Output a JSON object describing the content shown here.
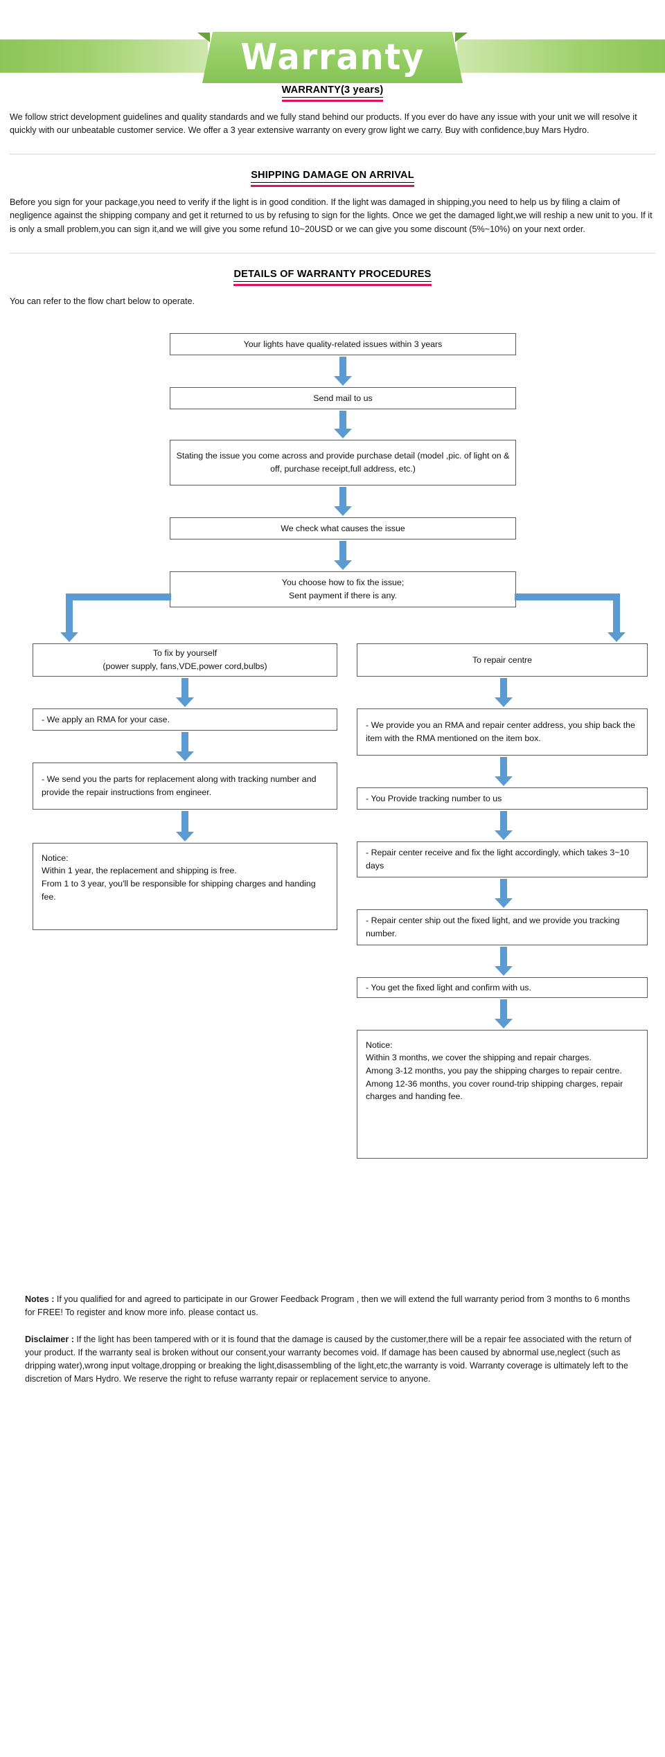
{
  "banner": {
    "title": "Warranty"
  },
  "sections": [
    {
      "heading": "WARRANTY(3 years)",
      "paragraph": "We follow strict development guidelines and quality standards and we fully stand behind our products. If you ever do have any issue with your unit we will resolve it quickly with our unbeatable customer service. We offer a 3 year extensive warranty on every grow light we carry. Buy with confidence,buy Mars Hydro."
    },
    {
      "heading": "SHIPPING DAMAGE ON ARRIVAL",
      "paragraph": "Before you sign for your package,you need to verify if the light is in good condition. If the light was damaged in shipping,you need to help us by filing a claim of negligence against the shipping company and get it returned to us by refusing to sign for the lights. Once we get the damaged light,we will reship a new unit to you. If it is only a small problem,you can sign it,and we will give you some refund 10~20USD or we can give you some discount (5%~10%) on your next order."
    },
    {
      "heading": "DETAILS OF WARRANTY PROCEDURES",
      "paragraph": "You can refer to the flow chart below to operate."
    }
  ],
  "flow": {
    "main": [
      "Your lights have quality-related issues within 3 years",
      "Send mail to us",
      "Stating the issue you come across and provide purchase detail (model ,pic. of light on & off, purchase receipt,full address, etc.)",
      "We check what causes the issue",
      "You choose how to fix the issue;\nSent payment if there is any."
    ],
    "left_branch": [
      "To fix by yourself\n(power supply, fans,VDE,power cord,bulbs)",
      "- We apply an RMA for your case.",
      "- We send you the parts for replacement along with tracking number and provide the repair instructions from engineer.",
      "Notice:\nWithin 1 year, the replacement and shipping is free.\nFrom 1 to 3 year, you'll be responsible for shipping charges and handing fee."
    ],
    "right_branch": [
      "To repair centre",
      "- We provide you an RMA and repair center address, you ship back the item with the RMA mentioned on the item box.",
      "- You Provide tracking number to us",
      "- Repair center receive and fix the light accordingly, which takes 3~10 days",
      "- Repair center ship out the fixed light, and we provide you tracking number.",
      "- You get the fixed light and confirm with us.",
      "Notice:\nWithin 3 months, we cover the shipping and repair charges.\nAmong 3-12 months, you pay the shipping charges to repair centre.\nAmong 12-36 months, you cover round-trip shipping charges, repair charges and handing fee."
    ]
  },
  "footer": {
    "notes_label": "Notes :",
    "notes_text": " If you qualified for and agreed to participate in our Grower Feedback Program , then we will extend the full warranty period from 3 months to 6 months for FREE! To register and know more info. please contact us.",
    "disclaimer_label": "Disclaimer :",
    "disclaimer_text": " If the light has been tampered with or it is found that the damage is caused by the customer,there will be a repair fee associated with the return of your product. If the warranty seal is broken without our consent,your warranty becomes void. If damage has been caused by abnormal use,neglect (such as dripping water),wrong input voltage,dropping or breaking the light,disassembling of the light,etc,the warranty is void. Warranty coverage is ultimately left to the discretion of Mars Hydro. We reserve the right to refuse warranty repair or replacement service to anyone."
  },
  "colors": {
    "banner_green": "#8cc559",
    "heading_underline": "#e0115f",
    "arrow_blue": "#5b9bd1",
    "box_border": "#595959"
  }
}
